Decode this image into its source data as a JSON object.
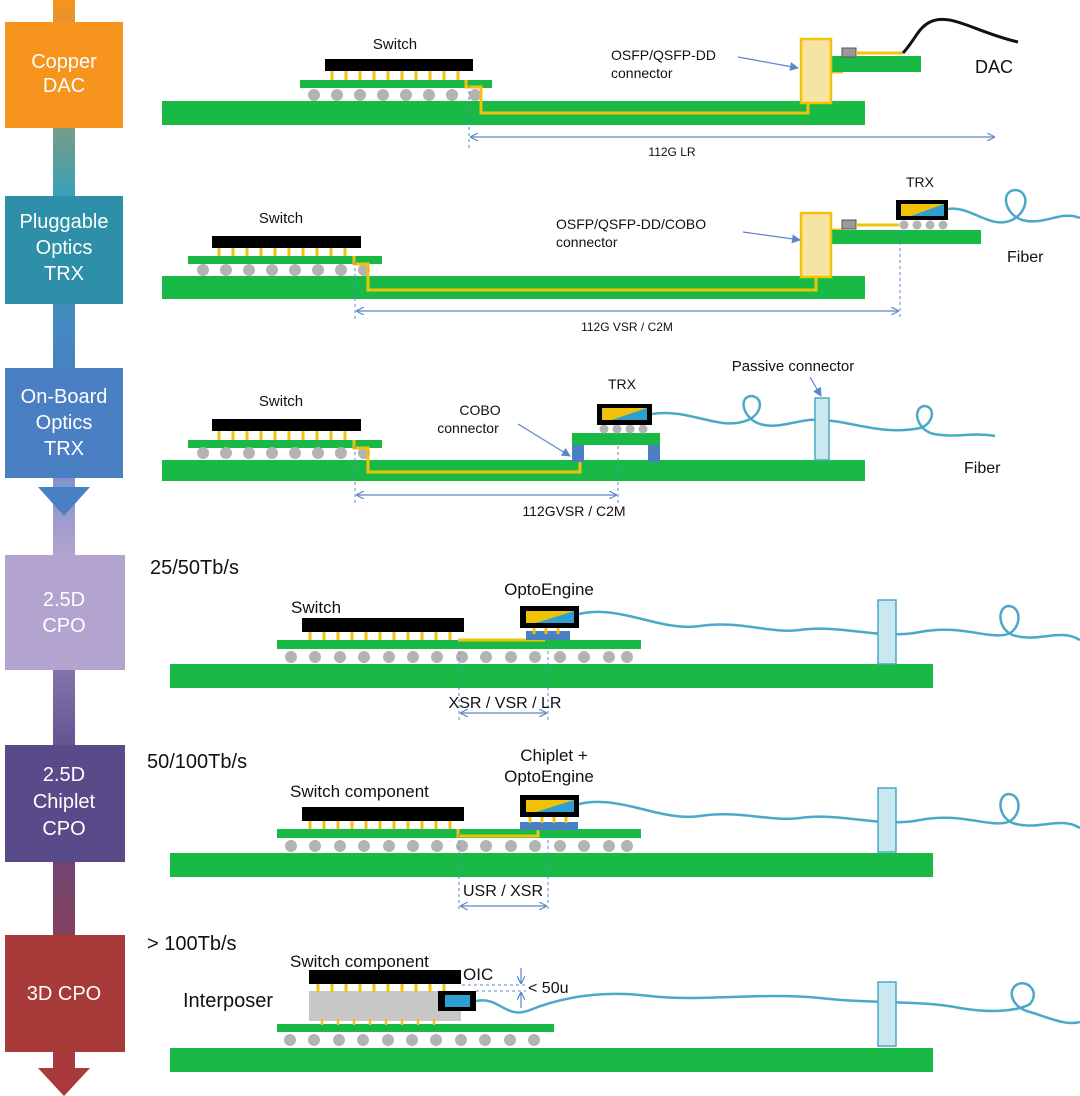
{
  "colors": {
    "pcb": "#19b946",
    "chip": "#000000",
    "trace": "#f0c20a",
    "ball": "#b3b3b3",
    "fiber": "#4aa9c9",
    "connector_fill": "#f7e3a2",
    "passive_fill": "#c9e8f0",
    "dim_line": "#5b86c8",
    "cable": "#111111",
    "interposer": "#c8c8c8",
    "oic_body": "#2f9fd1"
  },
  "stages": [
    {
      "label": [
        "Copper",
        "DAC"
      ],
      "color": "#f7941d"
    },
    {
      "label": [
        "Pluggable",
        "Optics",
        "TRX"
      ],
      "color": "#2d8fa8"
    },
    {
      "label": [
        "On-Board",
        "Optics",
        "TRX"
      ],
      "color": "#4a7fc4"
    },
    {
      "label": [
        "2.5D",
        "CPO"
      ],
      "color": "#b3a4cf"
    },
    {
      "label": [
        "2.5D",
        "Chiplet",
        "CPO"
      ],
      "color": "#594a8a"
    },
    {
      "label": [
        "3D CPO"
      ],
      "color": "#a83a3a"
    }
  ],
  "row1": {
    "switch": "Switch",
    "connector": [
      "OSFP/QSFP-DD",
      "connector"
    ],
    "cable": "DAC",
    "reach": "112G LR"
  },
  "row2": {
    "switch": "Switch",
    "connector": [
      "OSFP/QSFP-DD/COBO",
      "connector"
    ],
    "trx": "TRX",
    "fiber": "Fiber",
    "reach": "112G VSR / C2M"
  },
  "row3": {
    "switch": "Switch",
    "connector": [
      "COBO",
      "connector"
    ],
    "trx": "TRX",
    "passive": "Passive connector",
    "fiber": "Fiber",
    "reach": "112GVSR / C2M"
  },
  "row4": {
    "bandwidth": "25/50Tb/s",
    "switch": "Switch",
    "engine": "OptoEngine",
    "reach": "XSR / VSR / LR"
  },
  "row5": {
    "bandwidth": "50/100Tb/s",
    "switch": "Switch component",
    "engine": [
      "Chiplet +",
      "OptoEngine"
    ],
    "reach": "USR / XSR"
  },
  "row6": {
    "bandwidth": "> 100Tb/s",
    "switch": "Switch component",
    "oic": "OIC",
    "gap": "< 50u",
    "interposer": "Interposer"
  }
}
